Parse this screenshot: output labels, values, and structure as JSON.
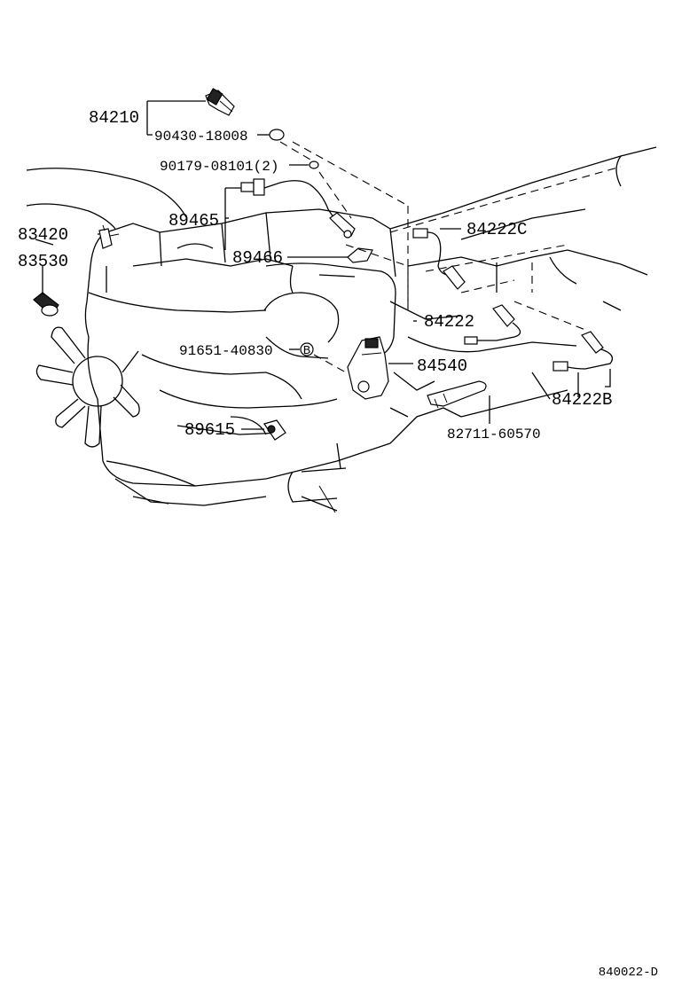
{
  "diagram": {
    "callouts": [
      {
        "id": "84210",
        "text": "84210"
      },
      {
        "id": "90430",
        "text": "90430-18008"
      },
      {
        "id": "90179",
        "text": "90179-08101(2)"
      },
      {
        "id": "89465",
        "text": "89465"
      },
      {
        "id": "89466",
        "text": "89466"
      },
      {
        "id": "83420",
        "text": "83420"
      },
      {
        "id": "83530",
        "text": "83530"
      },
      {
        "id": "84222C",
        "text": "84222C"
      },
      {
        "id": "84222",
        "text": "84222"
      },
      {
        "id": "91651",
        "text": "91651-40830"
      },
      {
        "id": "84540",
        "text": "84540"
      },
      {
        "id": "84222B",
        "text": "84222B"
      },
      {
        "id": "89615",
        "text": "89615"
      },
      {
        "id": "82711",
        "text": "82711-60570"
      }
    ],
    "bolt_marker": "B",
    "reference_code": "840022-D"
  }
}
